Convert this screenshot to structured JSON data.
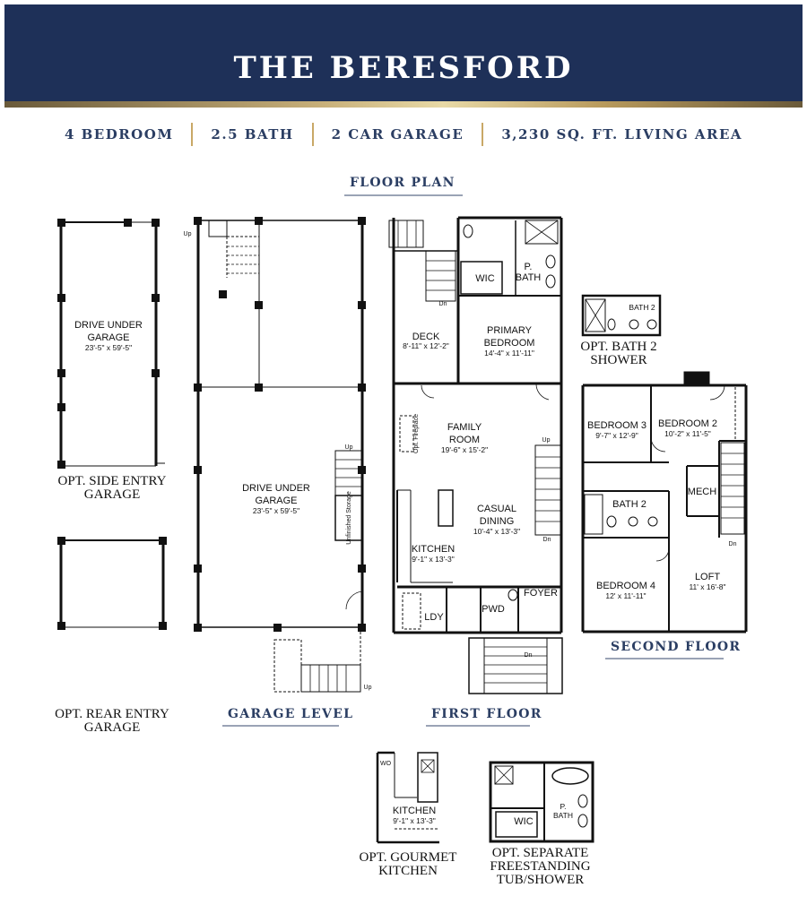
{
  "title": "THE BERESFORD",
  "specs": [
    "4 BEDROOM",
    "2.5 BATH",
    "2 CAR GARAGE",
    "3,230 SQ. FT. LIVING AREA"
  ],
  "floor_plan_title": "FLOOR PLAN",
  "section_titles": {
    "garage_level": "GARAGE LEVEL",
    "first_floor": "FIRST FLOOR",
    "second_floor": "SECOND FLOOR"
  },
  "options": {
    "side_entry": [
      "OPT. SIDE ENTRY",
      "GARAGE"
    ],
    "rear_entry": [
      "OPT. REAR ENTRY",
      "GARAGE"
    ],
    "bath2_shower": [
      "OPT. BATH 2",
      "SHOWER"
    ],
    "gourmet_kitchen": [
      "OPT. GOURMET",
      "KITCHEN"
    ],
    "separate_tub": [
      "OPT. SEPARATE",
      "FREESTANDING",
      "TUB/SHOWER"
    ]
  },
  "rooms": {
    "side_garage": {
      "name": [
        "DRIVE UNDER",
        "GARAGE"
      ],
      "dim": "23'-5\" x 59'-5\""
    },
    "main_garage": {
      "name": [
        "DRIVE UNDER",
        "GARAGE"
      ],
      "dim": "23'-5\" x 59'-5\""
    },
    "storage": "Unfinished Storage",
    "deck": {
      "name": "DECK",
      "dim": "8'-11\" x 12'-2\""
    },
    "wic": "WIC",
    "p_bath": [
      "P.",
      "BATH"
    ],
    "primary_bedroom": {
      "name": [
        "PRIMARY",
        "BEDROOM"
      ],
      "dim": "14'-4\" x 11'-11\""
    },
    "family_room": {
      "name": [
        "FAMILY",
        "ROOM"
      ],
      "dim": "19'-6\" x 15'-2\""
    },
    "fireplace": "Opt. Fireplace",
    "casual_dining": {
      "name": [
        "CASUAL",
        "DINING"
      ],
      "dim": "10'-4\" x 13'-3\""
    },
    "kitchen": {
      "name": "KITCHEN",
      "dim": "9'-1\" x 13'-3\""
    },
    "ldy": "LDY",
    "pwd": "PWD",
    "foyer": "FOYER",
    "bedroom3": {
      "name": "BEDROOM 3",
      "dim": "9'-7\" x 12'-9\""
    },
    "bedroom2": {
      "name": "BEDROOM 2",
      "dim": "10'-2\" x 11'-5\""
    },
    "bath2": "BATH 2",
    "mech": "MECH",
    "bedroom4": {
      "name": "BEDROOM 4",
      "dim": "12' x 11'-11\""
    },
    "loft": {
      "name": "LOFT",
      "dim": "11' x 16'-8\""
    },
    "opt_bath2": "BATH 2",
    "opt_kitchen": {
      "name": "KITCHEN",
      "dim": "9'-1\" x 13'-3\""
    },
    "wo": "WO",
    "opt_wic": "WIC",
    "opt_p_bath": [
      "P.",
      "BATH"
    ]
  },
  "stair_labels": {
    "up": "Up",
    "dn": "Dn"
  }
}
